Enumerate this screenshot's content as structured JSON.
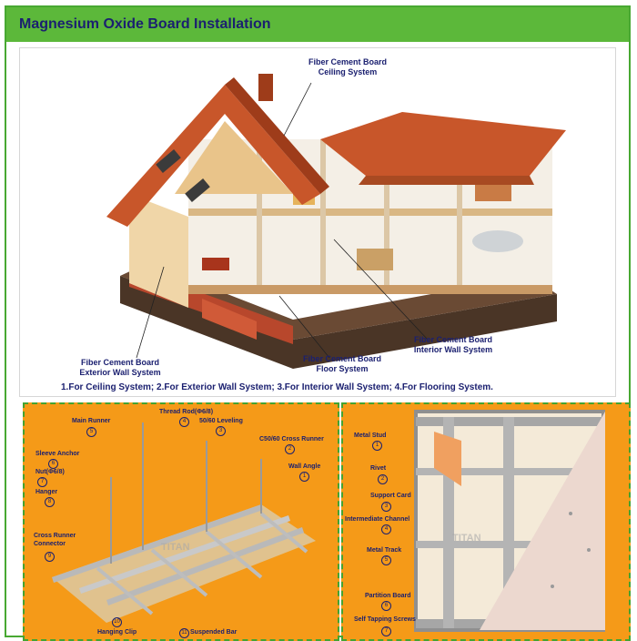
{
  "header": {
    "title": "Magnesium Oxide Board Installation"
  },
  "house_callouts": [
    {
      "id": "ceiling",
      "line1": "Fiber Cement Board",
      "line2": "Ceiling System"
    },
    {
      "id": "exterior",
      "line1": "Fiber Cement Board",
      "line2": "Exterior Wall System"
    },
    {
      "id": "floor",
      "line1": "Fiber Cement Board",
      "line2": "Floor System"
    },
    {
      "id": "interior",
      "line1": "Fiber Cement Board",
      "line2": "Interior Wall System"
    }
  ],
  "caption": "1.For Ceiling System; 2.For Exterior Wall System; 3.For Interior Wall System; 4.For Flooring System.",
  "watermark": "TITAN",
  "ceiling_panel": {
    "labels": [
      {
        "text": "Main Runner",
        "num": "5"
      },
      {
        "text": "Thread Rod(Φ6/8)",
        "num": "4"
      },
      {
        "text": "50/60 Leveling",
        "num": "3"
      },
      {
        "text": "C50/60 Cross Runner",
        "num": "2"
      },
      {
        "text": "Wall Angle",
        "num": "1"
      },
      {
        "text": "Sleeve Anchor",
        "num": "6"
      },
      {
        "text": "Nut(Φ6/8)",
        "num": "7"
      },
      {
        "text": "Hanger",
        "num": "8"
      },
      {
        "text": "Cross Runner Connector",
        "num": "9"
      },
      {
        "text": "Hanging Clip",
        "num": "10"
      },
      {
        "text": "Suspended Bar",
        "num": "11"
      }
    ]
  },
  "wall_panel": {
    "labels": [
      {
        "text": "Metal Stud",
        "num": "1"
      },
      {
        "text": "Rivet",
        "num": "2"
      },
      {
        "text": "Support Card",
        "num": "3"
      },
      {
        "text": "Intermediate Channel",
        "num": "4"
      },
      {
        "text": "Metal Track",
        "num": "5"
      },
      {
        "text": "Partition Board",
        "num": "6"
      },
      {
        "text": "Self Tapping Screws",
        "num": "7"
      }
    ]
  },
  "colors": {
    "accent_green": "#5cb83a",
    "title_navy": "#1b2070",
    "panel_orange": "#f59a18",
    "roof": "#c8562a"
  }
}
